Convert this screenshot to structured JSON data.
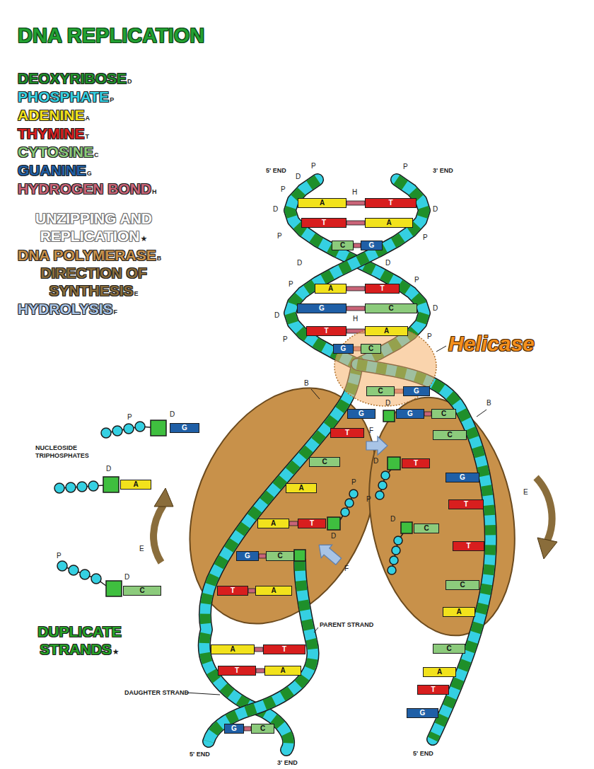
{
  "diagram": {
    "title": "DNA REPLICATION",
    "nodes": [
      {
        "text": [
          "A"
        ]
      },
      {
        "text": [
          "T"
        ]
      },
      {
        "text": [
          "T"
        ]
      },
      {
        "text": [
          "A"
        ]
      },
      {
        "text": [
          "C"
        ]
      },
      {
        "text": [
          "G"
        ]
      },
      {
        "text": [
          "A"
        ]
      },
      {
        "text": [
          "T"
        ]
      },
      {
        "text": [
          "G"
        ]
      },
      {
        "text": [
          "C"
        ]
      },
      {
        "text": [
          "T"
        ]
      },
      {
        "text": [
          "A"
        ]
      },
      {
        "text": [
          "G"
        ]
      },
      {
        "text": [
          "C"
        ]
      },
      {
        "text": [
          "C"
        ]
      },
      {
        "text": [
          "G"
        ]
      },
      {
        "text": [
          "G"
        ]
      },
      {
        "text": [
          "A"
        ]
      },
      {
        "text": [
          "C"
        ]
      },
      {
        "text": [
          "G"
        ]
      },
      {
        "text": [
          "T"
        ]
      },
      {
        "text": [
          "C"
        ]
      },
      {
        "text": [
          "A"
        ]
      },
      {
        "text": [
          "A"
        ]
      },
      {
        "text": [
          "T"
        ]
      },
      {
        "text": [
          "G"
        ]
      },
      {
        "text": [
          "C"
        ]
      },
      {
        "text": [
          "T"
        ]
      },
      {
        "text": [
          "A"
        ]
      },
      {
        "text": [
          "G"
        ]
      },
      {
        "text": [
          "C"
        ]
      },
      {
        "text": [
          "C"
        ]
      },
      {
        "text": [
          "T"
        ]
      },
      {
        "text": [
          "G"
        ]
      },
      {
        "text": [
          "T"
        ]
      },
      {
        "text": [
          "C"
        ]
      },
      {
        "text": [
          "T"
        ]
      },
      {
        "text": [
          "C"
        ]
      },
      {
        "text": [
          "A"
        ]
      },
      {
        "text": [
          "C"
        ]
      },
      {
        "text": [
          "A"
        ]
      },
      {
        "text": [
          "T"
        ]
      },
      {
        "text": [
          "G"
        ]
      },
      {
        "text": [
          "A"
        ]
      },
      {
        "text": [
          "T"
        ]
      },
      {
        "text": [
          "T"
        ]
      },
      {
        "text": [
          "A"
        ]
      },
      {
        "text": [
          "G"
        ]
      },
      {
        "text": [
          "C"
        ]
      }
    ],
    "labels": [
      "D",
      "P",
      "A",
      "T",
      "C",
      "G",
      "H",
      "UNZIPPING AND REPLICATION",
      "★",
      "B",
      "E",
      "F",
      "5' END",
      "3' END",
      "P",
      "D",
      "P",
      "D",
      "P",
      "D",
      "P",
      "D",
      "P",
      "P",
      "D",
      "P",
      "D",
      "P",
      "D",
      "P",
      "H",
      "H",
      "Helicase",
      "B",
      "B",
      "NUCLEOSIDE TRIPHOSPHATES",
      "P",
      "D",
      "D",
      "P",
      "D",
      "E",
      "E",
      "F",
      "F",
      "P",
      "D",
      "D",
      "D",
      "P",
      "D",
      "DUPLICATE STRANDS",
      "★",
      "PARENT STRAND",
      "DAUGHTER STRAND",
      "5' END",
      "3' END",
      "5' END"
    ],
    "legend": [
      {
        "text": "DEOXYRIBOSE",
        "color": "#1f8f2a"
      },
      {
        "text": "PHOSPHATE",
        "color": "#35d0e2"
      },
      {
        "text": "ADENINE",
        "color": "#f2e21c"
      },
      {
        "text": "THYMINE",
        "color": "#d81e1e"
      },
      {
        "text": "CYTOSINE",
        "color": "#8ccb7c"
      },
      {
        "text": "GUANINE",
        "color": "#1f5fa6"
      },
      {
        "text": "HYDROGEN BOND",
        "color": "#c96478"
      },
      {
        "text": "DNA POLYMERASE",
        "color": "#c8914a"
      },
      {
        "text": "DIRECTION OF SYNTHESIS",
        "color": "#8a6d3b"
      },
      {
        "text": "HYDROLYSIS",
        "color": "#a8c4e6"
      }
    ]
  }
}
